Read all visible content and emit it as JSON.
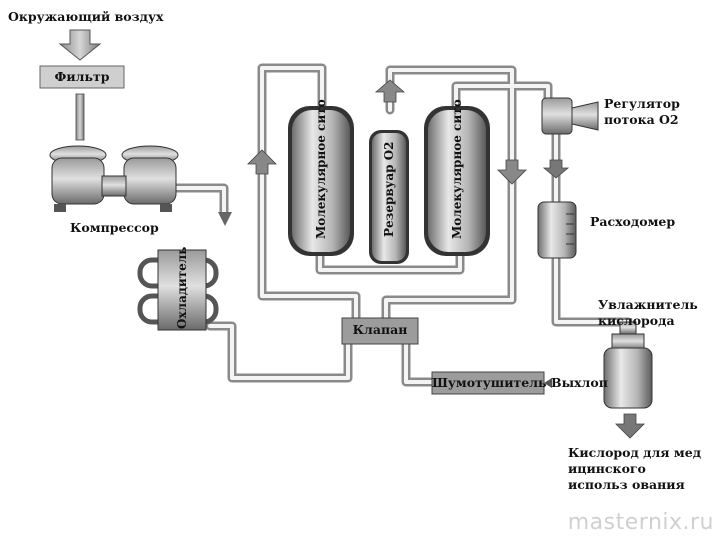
{
  "labels": {
    "ambient_air": "Окружающий воздух",
    "filter": "Фильтр",
    "compressor": "Компрессор",
    "cooler": "Охладитель",
    "sieve_left": "Молекулярное сито",
    "reservoir": "Резервуар О2",
    "sieve_right": "Молекулярное сито",
    "valve": "Клапан",
    "muffler": "Шумотушитель",
    "exhaust": "Выхлоп",
    "regulator": "Регулятор потока О2",
    "flowmeter": "Расходомер",
    "humidifier": "Увлажнитель кислорода",
    "output": "Кислород для мед ицинского использ ования"
  },
  "watermark": "masternix.ru"
}
